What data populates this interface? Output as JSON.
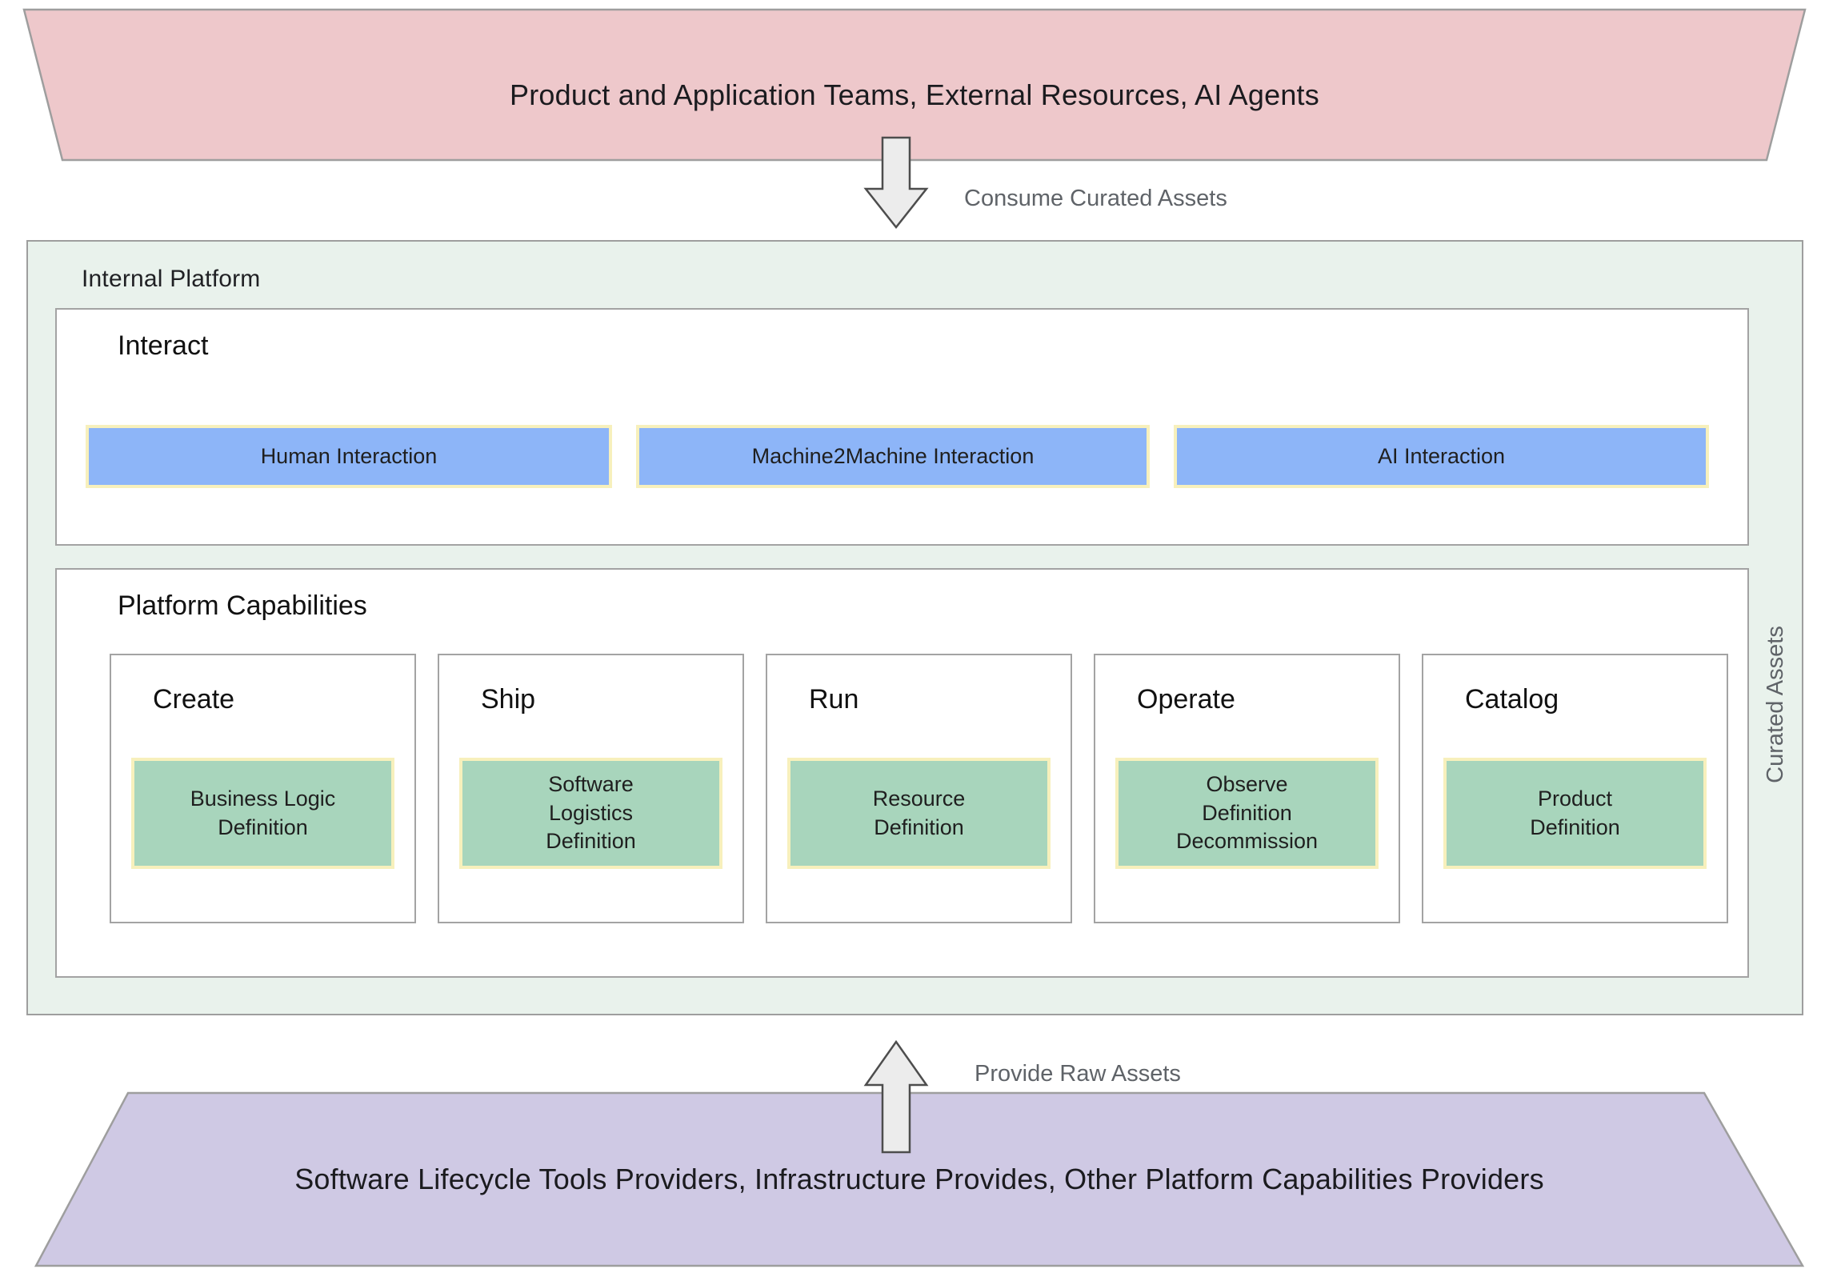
{
  "top_band": {
    "label": "Product and Application Teams, External Resources, AI Agents"
  },
  "consume_flow": {
    "label": "Consume Curated Assets"
  },
  "provide_flow": {
    "label": "Provide Raw Assets"
  },
  "platform": {
    "title": "Internal Platform",
    "side_label": "Curated Assets",
    "interact": {
      "title": "Interact",
      "items": [
        "Human Interaction",
        "Machine2Machine Interaction",
        "AI Interaction"
      ]
    },
    "capabilities": {
      "title": "Platform Capabilities",
      "groups": [
        {
          "title": "Create",
          "item": [
            "Business Logic",
            "Definition"
          ]
        },
        {
          "title": "Ship",
          "item": [
            "Software",
            "Logistics",
            "Definition"
          ]
        },
        {
          "title": "Run",
          "item": [
            "Resource",
            "Definition"
          ]
        },
        {
          "title": "Operate",
          "item": [
            "Observe",
            "Definition",
            "Decommission"
          ]
        },
        {
          "title": "Catalog",
          "item": [
            "Product",
            "Definition"
          ]
        }
      ]
    }
  },
  "bottom_band": {
    "label": "Software Lifecycle Tools Providers, Infrastructure Provides, Other Platform Capabilities Providers"
  },
  "colors": {
    "top_band_fill": "#eec8cb",
    "bottom_band_fill": "#cfc9e4",
    "platform_fill": "#e9f2ec",
    "interaction_fill": "#8db5f8",
    "capability_fill": "#a8d5bc",
    "accent_border": "#f7f0bc",
    "outline": "#9e9e9e",
    "arrow_fill": "#ececec",
    "arrow_stroke": "#4d4d4d",
    "muted_text": "#5f6368"
  }
}
